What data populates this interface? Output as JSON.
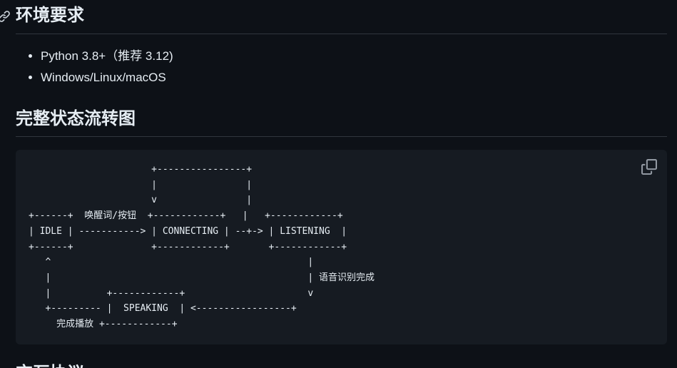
{
  "section_env": {
    "title": "环境要求",
    "items": [
      "Python 3.8+（推荐 3.12)",
      "Windows/Linux/macOS"
    ]
  },
  "section_state": {
    "title": "完整状态流转图",
    "diagram": "                      +----------------+\n                      |                |\n                      v                |\n+------+  唤醒词/按钮  +------------+   |   +------------+\n| IDLE | -----------> | CONNECTING | --+-> | LISTENING  |\n+------+              +------------+       +------------+\n   ^                                              |\n   |                                              | 语音识别完成\n   |          +------------+                      v\n   +--------- |  SPEAKING  | <-----------------+\n     完成播放 +------------+",
    "copy_icon": "copy-icon"
  },
  "next_section": {
    "title": "交互协议"
  },
  "icons": {
    "anchor": "link-icon",
    "copy": "copy-icon"
  },
  "colors": {
    "background": "#0d1117",
    "code_background": "#161b22",
    "text": "#e6edf3",
    "rule": "#30363d"
  }
}
